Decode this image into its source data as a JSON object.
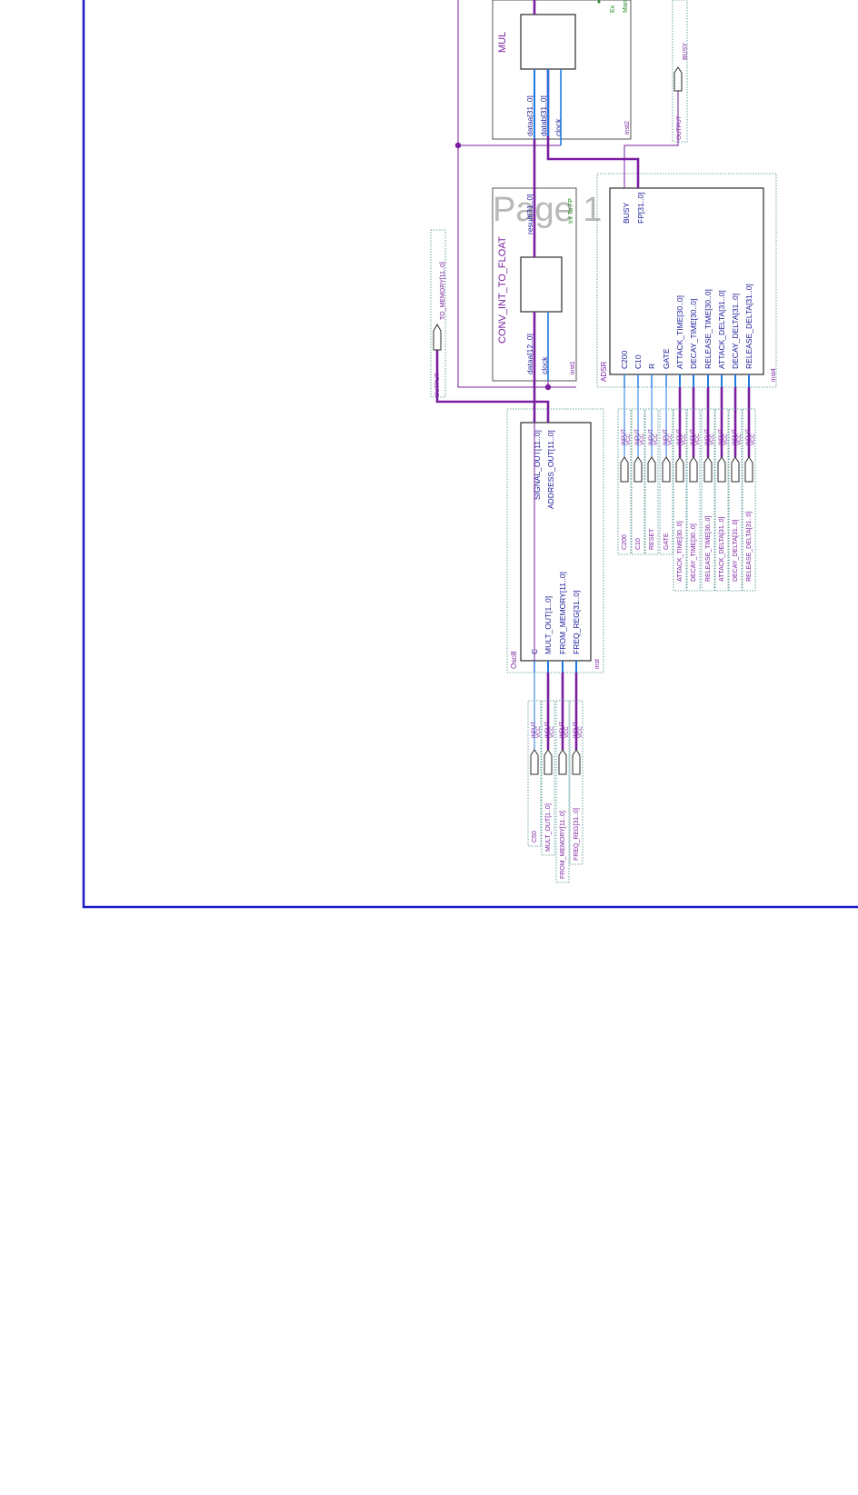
{
  "watermark": "Page 1",
  "colors": {
    "frame": "#1a1ac8",
    "bus": "#7a1fa0",
    "wire": "#1f7ae0",
    "label": "#7a1fa0",
    "port": "#1a1a9a",
    "box": "#2b2b2b",
    "inst": "#7a1fa0",
    "param": "#1f8a1f",
    "watermark": "#b8b8b8"
  },
  "blocks": {
    "mul": {
      "name": "MUL",
      "inst": "inst2",
      "ports": [
        "dataa[31..0]",
        "datab[31..0]",
        "clock"
      ],
      "params": [
        "Ex",
        "Man"
      ]
    },
    "conv": {
      "name": "CONV_INT_TO_FLOAT",
      "inst": "inst1",
      "ports": [
        "dataa[12..0]",
        "clock"
      ],
      "outputs": [
        "result[31..0]"
      ],
      "params": [
        "Int To FP"
      ]
    },
    "adsr": {
      "name": "ADSR",
      "inst": "inst4",
      "inputs": [
        "C200",
        "C10",
        "R",
        "GATE",
        "ATTACK_TIME[30..0]",
        "DECAY_TIME[30..0]",
        "RELEASE_TIME[30..0]",
        "ATTACK_DELTA[31..0]",
        "DECAY_DELTA[31..0]",
        "RELEASE_DELTA[31..0]"
      ],
      "outputs": [
        "BUSY",
        "FP[31..0]"
      ]
    },
    "oscill": {
      "name": "Oscill",
      "inst": "inst",
      "inputs": [
        "C",
        "MULT_OUT[1..0]",
        "FROM_MEMORY[11..0]",
        "FREQ_REG[31..0]"
      ],
      "outputs": [
        "SIGNAL_OUT[11..0]",
        "ADDRESS_OUT[11..0]"
      ]
    }
  },
  "pins": {
    "output_top": {
      "type": "OUTPUT",
      "name": "BUSY"
    },
    "output_mid": {
      "type": "OUTPUT",
      "name": "TO_MEMORY[11..0]"
    },
    "adsr_inputs": {
      "type": "INPUT",
      "default": "VCC",
      "names": [
        "C200",
        "C10",
        "RESET",
        "GATE",
        "ATTACK_TIME[30..0]",
        "DECAY_TIME[30..0]",
        "RELEASE_TIME[30..0]",
        "ATTACK_DELTA[31..0]",
        "DECAY_DELTA[31..0]",
        "RELEASE_DELTA[31..0]"
      ]
    },
    "osc_inputs": {
      "type": "INPUT",
      "default": "VCC",
      "names": [
        "C50",
        "MULT_OUT[1..0]",
        "FROM_MEMORY[11..0]",
        "FREQ_REG[31..0]"
      ]
    }
  }
}
